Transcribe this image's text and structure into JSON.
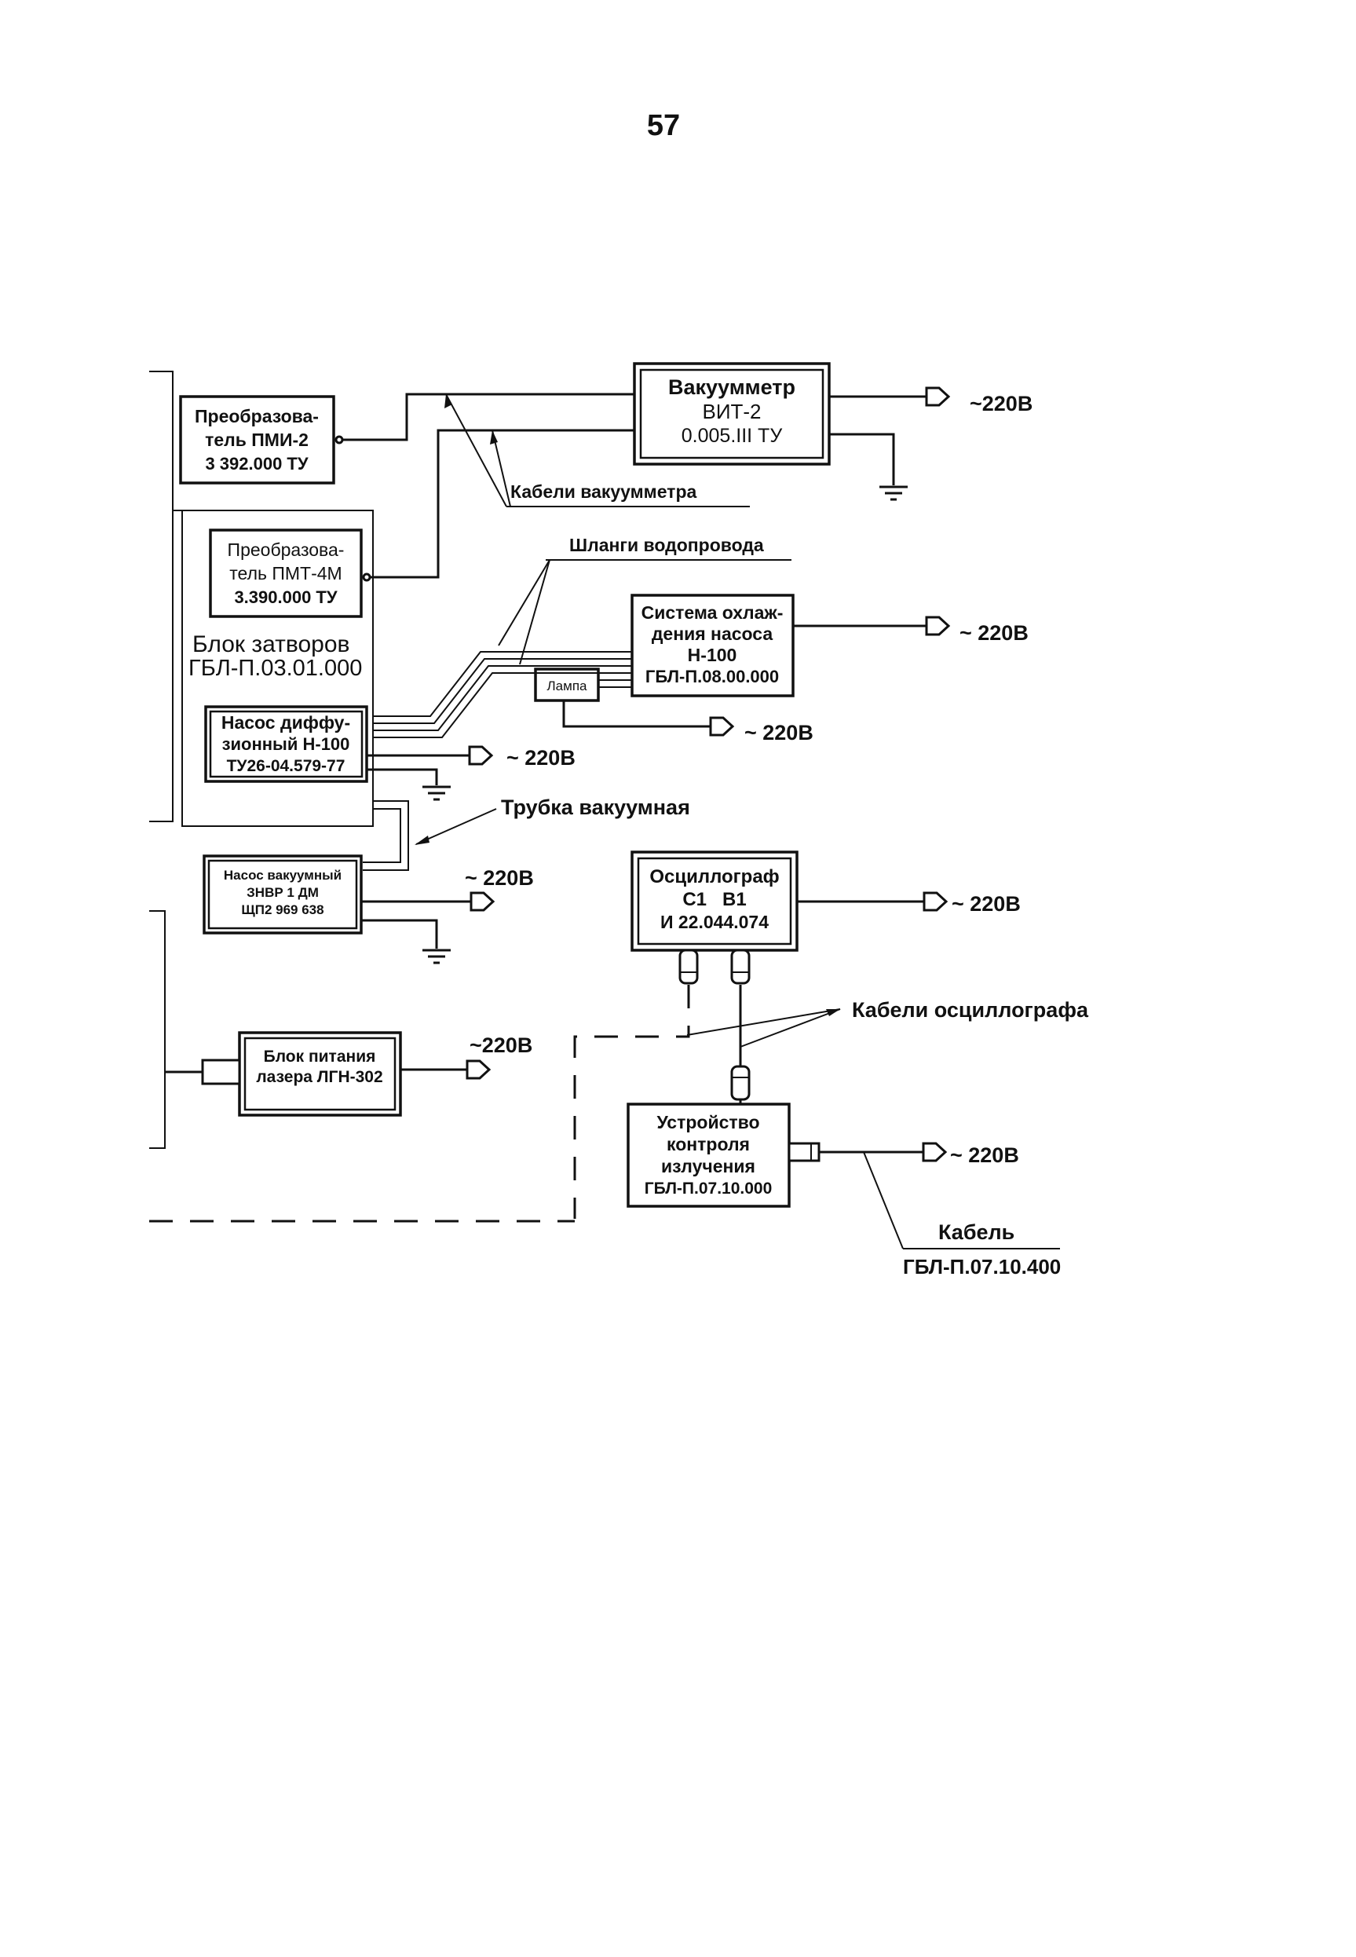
{
  "page_number": "57",
  "blocks": {
    "pmi2": [
      "Преобразова-",
      "тель ПМИ-2",
      "3 392.000 ТУ"
    ],
    "vit2": [
      "Вакуумметр",
      "ВИТ-2",
      "0.005.III ТУ"
    ],
    "pmt4m": [
      "Преобразова-",
      "тель ПМТ-4М",
      "3.390.000 ТУ"
    ],
    "zatvor": [
      "Блок затворов",
      "ГБЛ-П.03.01.000"
    ],
    "cooling": [
      "Система охлаж-",
      "дения насоса",
      "Н-100",
      "ГБЛ-П.08.00.000"
    ],
    "lamp": "Лампа",
    "diffpump": [
      "Насос диффу-",
      "зионный Н-100",
      "ТУ26-04.579-77"
    ],
    "vacpump": [
      "Насос вакуумный",
      "ЗНВР 1 ДМ",
      "ЩП2 969 638"
    ],
    "osc": [
      "Осциллограф",
      "С1   В1",
      "И 22.044.074"
    ],
    "laser": [
      "Блок питания",
      "лазера ЛГН-302"
    ],
    "control": [
      "Устройство",
      "контроля",
      "излучения",
      "ГБЛ-П.07.10.000"
    ]
  },
  "labels": {
    "vac_cables": "Кабели вакуумметра",
    "water_hoses": "Шланги водопровода",
    "vac_tube": "Трубка вакуумная",
    "osc_cables": "Кабели осциллографа",
    "cable": "Кабель",
    "cable_code": "ГБЛ-П.07.10.400"
  },
  "power": {
    "vit2": "~220В",
    "cooling": "~ 220В",
    "lamp": "~ 220В",
    "diffpump": "~ 220В",
    "vacpump": "~ 220В",
    "osc": "~ 220В",
    "laser": "~220В",
    "control": "~ 220В"
  }
}
